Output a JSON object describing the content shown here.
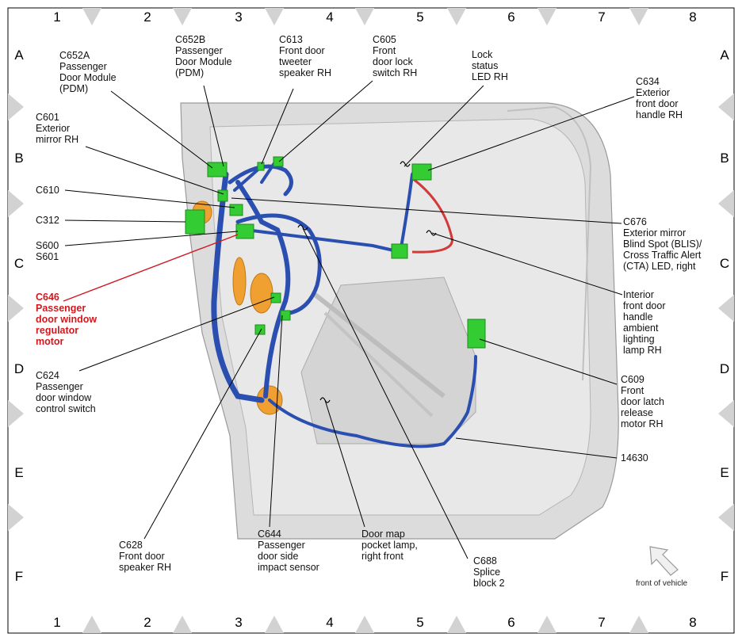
{
  "grid": {
    "columns": [
      "1",
      "2",
      "3",
      "4",
      "5",
      "6",
      "7",
      "8"
    ],
    "rows": [
      "A",
      "B",
      "C",
      "D",
      "E",
      "F"
    ]
  },
  "labels": {
    "c652a": "C652A\nPassenger\nDoor Module\n(PDM)",
    "c652b": "C652B\nPassenger\nDoor Module\n(PDM)",
    "c613": "C613\nFront door\ntweeter\nspeaker RH",
    "c605": "C605\nFront\ndoor lock\nswitch RH",
    "lock_led": "Lock\nstatus\nLED RH",
    "c634": "C634\nExterior\nfront door\nhandle RH",
    "c601": "C601\nExterior\nmirror RH",
    "c610": "C610",
    "c312": "C312",
    "s600": "S600\nS601",
    "c676": "C676\nExterior mirror\nBlind Spot (BLIS)/\nCross Traffic Alert\n(CTA) LED, right",
    "c646": "C646\nPassenger\ndoor window\nregulator\nmotor",
    "interior_handle": "Interior\nfront door\nhandle\nambient\nlighting\nlamp RH",
    "c624": "C624\nPassenger\ndoor window\ncontrol switch",
    "c609": "C609\nFront\ndoor latch\nrelease\nmotor RH",
    "harness_14630": "14630",
    "c628": "C628\nFront door\nspeaker RH",
    "c644": "C644\nPassenger\ndoor side\nimpact sensor",
    "map_lamp": "Door map\npocket lamp,\nright front",
    "c688": "C688\nSplice\nblock 2"
  },
  "front_of_vehicle": "front of vehicle",
  "colors": {
    "connector": "#33cc33",
    "harness": "#2a4fb0",
    "red_wire": "#d23a3a",
    "foam": "#f0a030",
    "highlight_text": "#d0181e",
    "grid_triangle": "#d2d2d2"
  }
}
